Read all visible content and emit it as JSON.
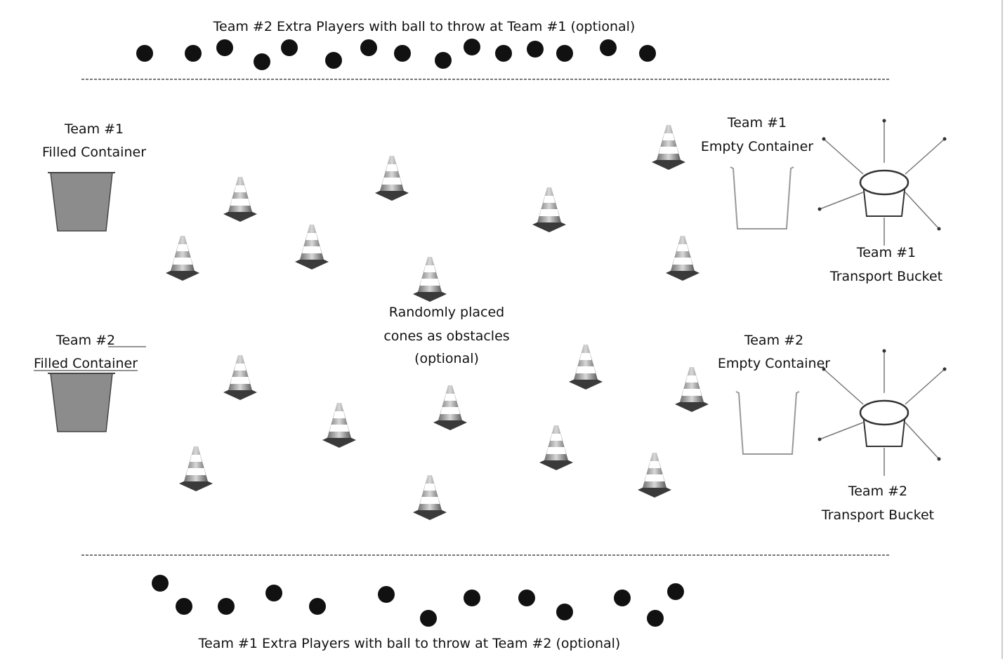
{
  "labels": {
    "top_row": "Team #2 Extra Players with ball to throw at Team #1 (optional)",
    "bottom_row": "Team #1 Extra Players with ball to throw at Team #2 (optional)",
    "team1_filled_line1": "Team #1",
    "team1_filled_line2": "Filled Container",
    "team2_filled_line1": "Team #2",
    "team2_filled_line2": "Filled Container",
    "team1_empty_line1": "Team #1",
    "team1_empty_line2": "Empty Container",
    "team2_empty_line1": "Team #2",
    "team2_empty_line2": "Empty Container",
    "team1_bucket_line1": "Team #1",
    "team1_bucket_line2": "Transport Bucket",
    "team2_bucket_line1": "Team #2",
    "team2_bucket_line2": "Transport Bucket",
    "cones_line1": "Randomly placed",
    "cones_line2": "cones as obstacles",
    "cones_line3": "(optional)"
  },
  "colors": {
    "ball": "#111111",
    "filled_container": "#8c8c8c",
    "cone_stripe": "#9a9a9a",
    "line": "#777777"
  }
}
